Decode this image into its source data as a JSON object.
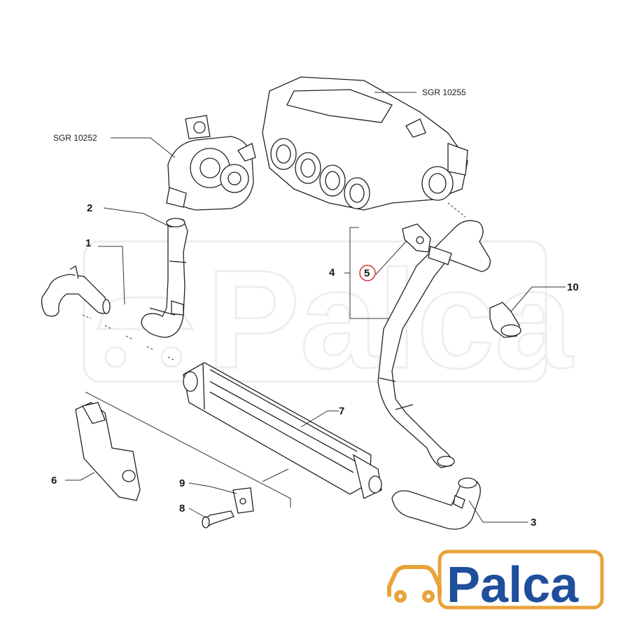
{
  "references": {
    "turbo": "SGR 10252",
    "manifold": "SGR 10255"
  },
  "callouts": {
    "c1": "1",
    "c2": "2",
    "c3": "3",
    "c4": "4",
    "c5": "5",
    "c6": "6",
    "c7": "7",
    "c8": "8",
    "c9": "9",
    "c10": "10"
  },
  "watermark": {
    "text": "Palca"
  },
  "logo": {
    "text": "Palca",
    "accent_color": "#E8A33A",
    "text_color": "#1F4E9C"
  },
  "colors": {
    "highlight_ring": "#D32F2F",
    "line": "#222222"
  }
}
